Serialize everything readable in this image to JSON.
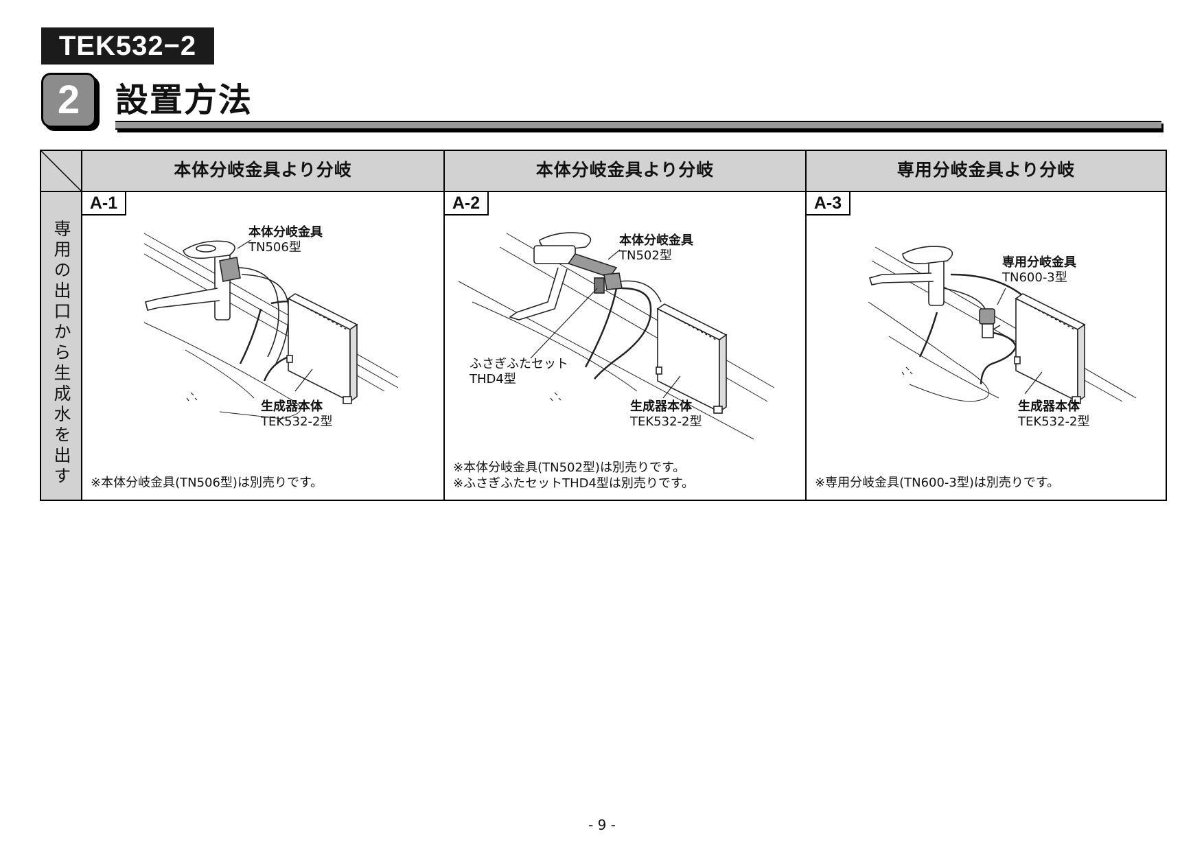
{
  "header": {
    "model": "TEK532−2",
    "section_number": "2",
    "section_title": "設置方法"
  },
  "table": {
    "row_header": "専用の出口から生成水を出す",
    "columns": [
      {
        "header": "本体分岐金具より分岐",
        "label": "A-1",
        "callouts": [
          {
            "name": "本体分岐金具",
            "model": "TN506型"
          },
          {
            "name": "生成器本体",
            "model": "TEK532-2型"
          }
        ],
        "notes": [
          "※本体分岐金具(TN506型)は別売りです。"
        ]
      },
      {
        "header": "本体分岐金具より分岐",
        "label": "A-2",
        "callouts": [
          {
            "name": "本体分岐金具",
            "model": "TN502型"
          },
          {
            "name": "ふさぎふたセット",
            "model": "THD4型"
          },
          {
            "name": "生成器本体",
            "model": "TEK532-2型"
          }
        ],
        "notes": [
          "※本体分岐金具(TN502型)は別売りです。",
          "※ふさぎふたセットTHD4型は別売りです。"
        ]
      },
      {
        "header": "専用分岐金具より分岐",
        "label": "A-3",
        "callouts": [
          {
            "name": "専用分岐金具",
            "model": "TN600-3型"
          },
          {
            "name": "生成器本体",
            "model": "TEK532-2型"
          }
        ],
        "notes": [
          "※専用分岐金具(TN600-3型)は別売りです。"
        ]
      }
    ]
  },
  "footer": {
    "page": "- 9 -"
  }
}
